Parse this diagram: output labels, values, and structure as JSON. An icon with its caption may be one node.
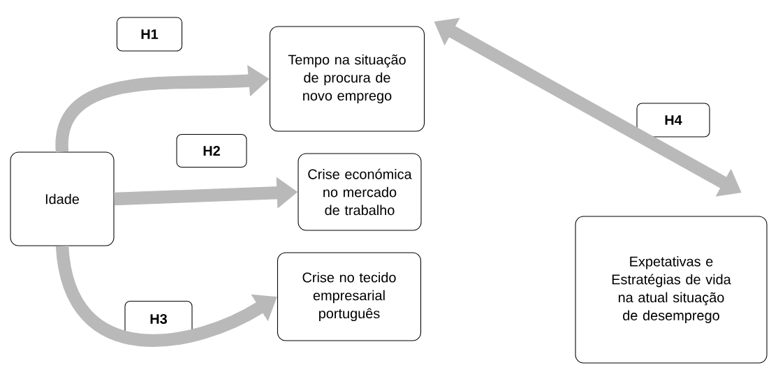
{
  "diagram": {
    "nodes": [
      {
        "text": [
          "Idade"
        ]
      },
      {
        "text": [
          "Tempo na situação de procura de novo emprego"
        ]
      },
      {
        "text": [
          "Crise económica no mercado de trabalho"
        ]
      },
      {
        "text": [
          "Crise no tecido empresarial português"
        ]
      },
      {
        "text": [
          "Expetativas e Estratégias de vida na atual situação de desemprego"
        ]
      },
      {
        "text": [
          "H1"
        ]
      },
      {
        "text": [
          "H2"
        ]
      },
      {
        "text": [
          "H3"
        ]
      },
      {
        "text": [
          "H4"
        ]
      }
    ],
    "edges": [
      {
        "from": 0,
        "to": 1,
        "arrow": "to"
      },
      {
        "from": 0,
        "to": 2,
        "arrow": "to"
      },
      {
        "from": 0,
        "to": 3,
        "arrow": "to"
      },
      {
        "from": 1,
        "to": 4,
        "arrow": "both"
      }
    ]
  }
}
